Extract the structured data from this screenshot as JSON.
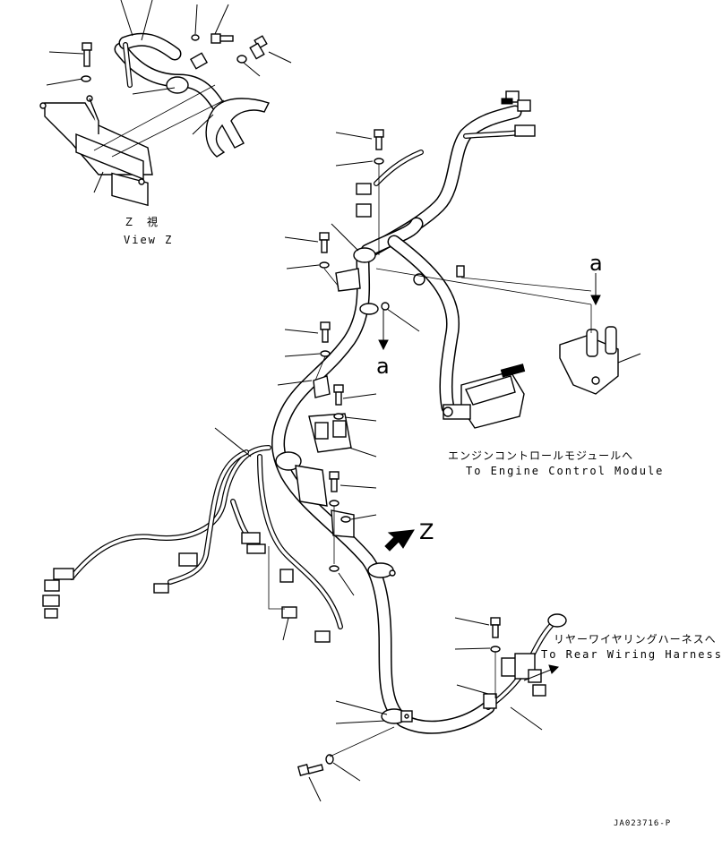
{
  "labels": {
    "view_z_jp": "Ｚ　視",
    "view_z_en": "View Z",
    "ecm_jp": "エンジンコントロールモジュールへ",
    "ecm_en": "To Engine Control Module",
    "rear_jp": "リヤーワイヤリングハーネスへ",
    "rear_en": "To Rear Wiring Harness",
    "marker_a_top": "a",
    "marker_a_mid": "a",
    "marker_z": "Z",
    "drawing_number": "JA023716-P"
  }
}
